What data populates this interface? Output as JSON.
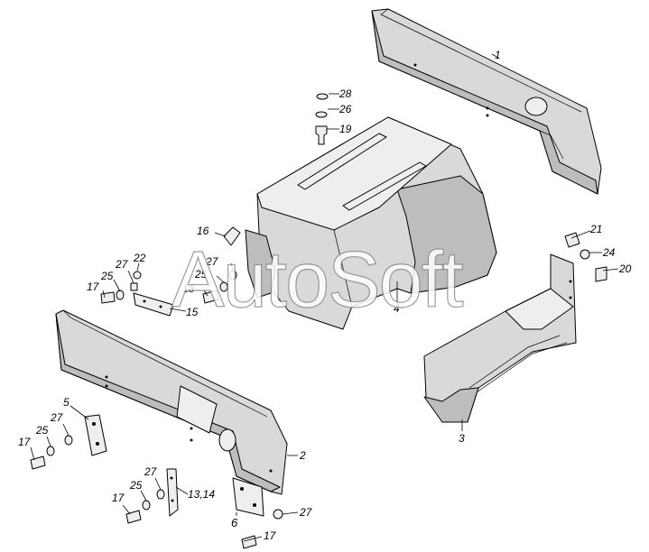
{
  "watermark": "AutoSoft",
  "callouts": {
    "c1": "1",
    "c2": "2",
    "c3": "3",
    "c4": "4",
    "c5": "5",
    "c6": "6",
    "c13_14": "13,14",
    "c15": "15",
    "c16": "16",
    "c17a": "17",
    "c17b": "17",
    "c17c": "17",
    "c17d": "17",
    "c18": "18",
    "c19": "19",
    "c20": "20",
    "c21": "21",
    "c22": "22",
    "c24": "24",
    "c25a": "25",
    "c25b": "25",
    "c25c": "25",
    "c25d": "25",
    "c26": "26",
    "c27a": "27",
    "c27b": "27",
    "c27c": "27",
    "c27d": "27",
    "c27e": "27",
    "c28": "28"
  },
  "colors": {
    "part_fill": "#d9d9d9",
    "part_shadow": "#bdbdbd",
    "outline": "#000000",
    "watermark_stroke": "#8c8c8c"
  }
}
